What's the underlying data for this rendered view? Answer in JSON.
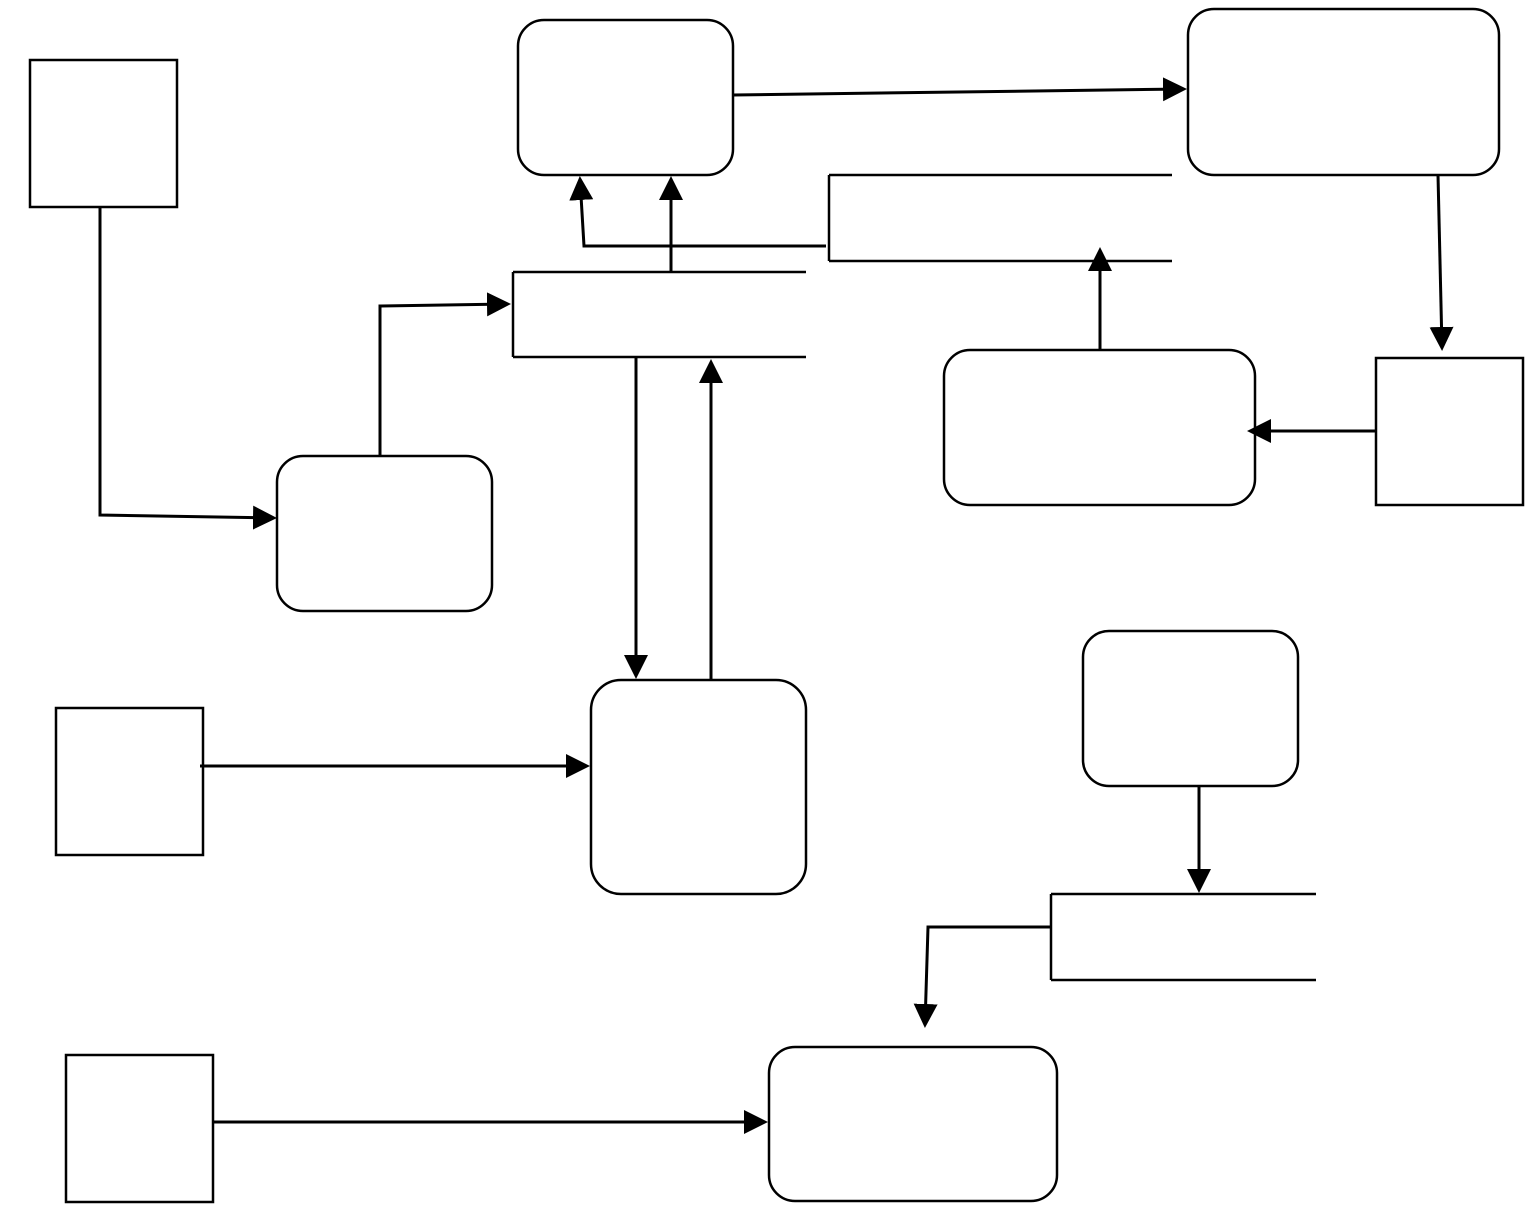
{
  "diagram": {
    "type": "data-flow-diagram",
    "labels": "none",
    "colors": {
      "stroke": "#000000",
      "background": "#ffffff"
    },
    "external_entities": [
      {
        "id": "entity-1"
      },
      {
        "id": "entity-2"
      },
      {
        "id": "entity-3"
      },
      {
        "id": "entity-4"
      }
    ],
    "processes": [
      {
        "id": "process-1"
      },
      {
        "id": "process-2"
      },
      {
        "id": "process-3"
      },
      {
        "id": "process-4"
      },
      {
        "id": "process-5"
      },
      {
        "id": "process-6"
      },
      {
        "id": "process-7"
      }
    ],
    "data_stores": [
      {
        "id": "store-1"
      },
      {
        "id": "store-2"
      },
      {
        "id": "store-3"
      }
    ],
    "flows": [
      {
        "from": "entity-1",
        "to": "process-1"
      },
      {
        "from": "process-1",
        "to": "store-1"
      },
      {
        "from": "store-1",
        "to": "process-2"
      },
      {
        "from": "store-2",
        "to": "process-2"
      },
      {
        "from": "process-2",
        "to": "process-3"
      },
      {
        "from": "process-3",
        "to": "entity-4"
      },
      {
        "from": "entity-4",
        "to": "process-4"
      },
      {
        "from": "process-4",
        "to": "store-2"
      },
      {
        "from": "store-1",
        "to": "process-5"
      },
      {
        "from": "process-5",
        "to": "store-1"
      },
      {
        "from": "entity-2",
        "to": "process-5"
      },
      {
        "from": "process-6",
        "to": "store-3"
      },
      {
        "from": "store-3",
        "to": "process-7"
      },
      {
        "from": "entity-3",
        "to": "process-7"
      }
    ]
  }
}
